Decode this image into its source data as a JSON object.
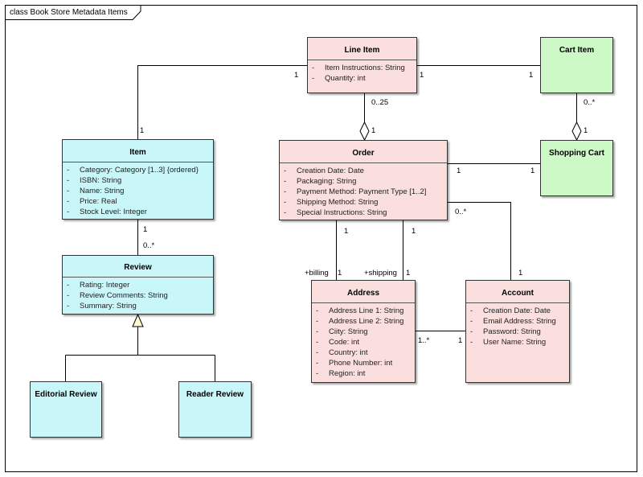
{
  "frame": {
    "title": "class Book Store Metadata Items"
  },
  "classes": {
    "line_item": {
      "name": "Line Item",
      "attrs": [
        "Item Instructions: String",
        "Quantity: int"
      ]
    },
    "cart_item": {
      "name": "Cart Item"
    },
    "item": {
      "name": "Item",
      "attrs": [
        "Category: Category [1..3] {ordered}",
        "ISBN: String",
        "Name: String",
        "Price: Real",
        "Stock Level: Integer"
      ]
    },
    "order": {
      "name": "Order",
      "attrs": [
        "Creation Date: Date",
        "Packaging: String",
        "Payment Method: Payment Type [1..2]",
        "Shipping Method: String",
        "Special Instructions: String"
      ]
    },
    "shopping_cart": {
      "name": "Shopping Cart"
    },
    "review": {
      "name": "Review",
      "attrs": [
        "Rating: Integer",
        "Review Comments: String",
        "Summary: String"
      ]
    },
    "address": {
      "name": "Address",
      "attrs": [
        "Address Line 1: String",
        "Address Line 2: String",
        "Ciity: String",
        "Code: int",
        "Country: int",
        "Phone Number: int",
        "Region: int"
      ]
    },
    "account": {
      "name": "Account",
      "attrs": [
        "Creation Date: Date",
        "Email Address: String",
        "Password: String",
        "User Name: String"
      ]
    },
    "editorial_review": {
      "name": "Editorial Review"
    },
    "reader_review": {
      "name": "Reader Review"
    }
  },
  "multiplicities": {
    "lineitem_item_a": "1",
    "lineitem_item_b": "1",
    "lineitem_cart_a": "1",
    "lineitem_cart_b": "1",
    "lineitem_order_a": "0..25",
    "lineitem_order_b": "1",
    "cartitem_cart_a": "0..*",
    "cartitem_cart_b": "1",
    "order_cart_a": "1",
    "order_cart_b": "1",
    "item_review_a": "1",
    "item_review_b": "0..*",
    "order_billing_a": "1",
    "order_billing_b": "1",
    "order_shipping_a": "1",
    "order_shipping_b": "1",
    "order_account_a": "0..*",
    "order_account_b": "1",
    "address_account_a": "1..*",
    "address_account_b": "1"
  },
  "roles": {
    "billing": "+billing",
    "shipping": "+shipping"
  },
  "colors": {
    "pink": "#fbdfdf",
    "cyan": "#c9f6f9",
    "green": "#cdf9c6",
    "line": "#000000"
  }
}
